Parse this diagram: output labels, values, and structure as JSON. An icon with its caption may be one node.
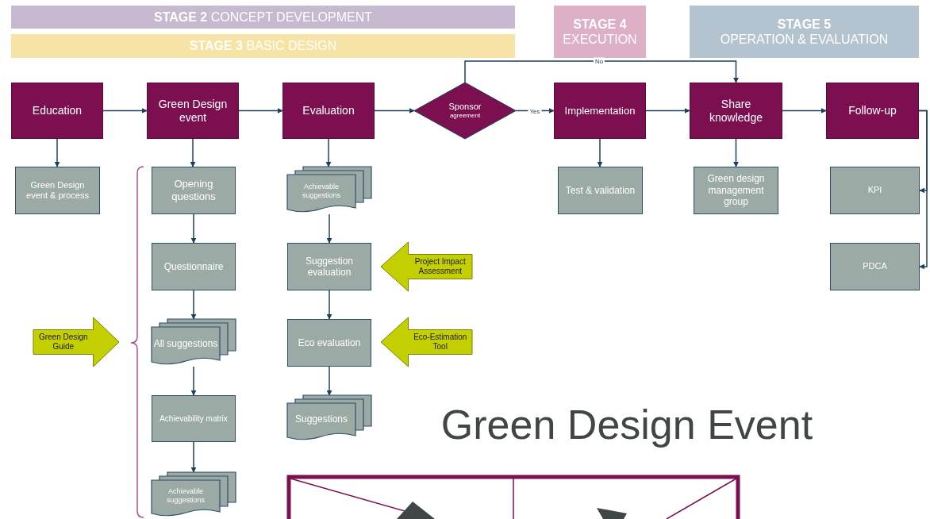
{
  "diagram": {
    "title": "Green Design Event",
    "nodes": [
      {
        "text": [
          "**STAGE 2** CONCEPT DEVELOPMENT"
        ]
      },
      {
        "text": [
          "**STAGE 3** BASIC DESIGN"
        ]
      },
      {
        "text": [
          "STAGE 4",
          "EXECUTION"
        ]
      },
      {
        "text": [
          "STAGE 5",
          "OPERATION & EVALUATION"
        ]
      },
      {
        "text": [
          "Education"
        ]
      },
      {
        "text": [
          "Green Design event"
        ]
      },
      {
        "text": [
          "Evaluation"
        ]
      },
      {
        "text": [
          "Sponsor",
          "agreement"
        ]
      },
      {
        "text": [
          "Implementation"
        ]
      },
      {
        "text": [
          "Share knowledge"
        ]
      },
      {
        "text": [
          "Follow-up"
        ]
      },
      {
        "text": [
          "Green Design event & process"
        ]
      },
      {
        "text": [
          "Opening questions"
        ]
      },
      {
        "text": [
          "Questionnaire"
        ]
      },
      {
        "text": [
          "All suggestions"
        ]
      },
      {
        "text": [
          "Achievability matrix"
        ]
      },
      {
        "text": [
          "Achievable suggestions"
        ]
      },
      {
        "text": [
          "Achievable suggestions"
        ]
      },
      {
        "text": [
          "Suggestion evaluation"
        ]
      },
      {
        "text": [
          "Eco evaluation"
        ]
      },
      {
        "text": [
          "Suggestions"
        ]
      },
      {
        "text": [
          "Test & validation"
        ]
      },
      {
        "text": [
          "Green design management group"
        ]
      },
      {
        "text": [
          "KPI"
        ]
      },
      {
        "text": [
          "PDCA"
        ]
      },
      {
        "text": [
          "Green Design Guide"
        ]
      },
      {
        "text": [
          "Project Impact Assessment"
        ]
      },
      {
        "text": [
          "Eco-Estimation Tool"
        ]
      }
    ],
    "edges": [
      {
        "from": 4,
        "to": 5,
        "arrow": "to"
      },
      {
        "from": 5,
        "to": 6,
        "arrow": "to"
      },
      {
        "from": 6,
        "to": 7,
        "arrow": "to"
      },
      {
        "from": 7,
        "to": 8,
        "arrow": "to",
        "label": "Yes"
      },
      {
        "from": 7,
        "to": 9,
        "arrow": "to",
        "label": "No"
      },
      {
        "from": 8,
        "to": 9,
        "arrow": "to"
      },
      {
        "from": 9,
        "to": 10,
        "arrow": "to"
      },
      {
        "from": 10,
        "to": 23,
        "arrow": "to"
      },
      {
        "from": 10,
        "to": 24,
        "arrow": "to"
      },
      {
        "from": 4,
        "to": 11,
        "arrow": "to"
      },
      {
        "from": 5,
        "to": 12,
        "arrow": "to"
      },
      {
        "from": 12,
        "to": 13,
        "arrow": "to"
      },
      {
        "from": 13,
        "to": 14,
        "arrow": "to"
      },
      {
        "from": 14,
        "to": 15,
        "arrow": "to"
      },
      {
        "from": 15,
        "to": 16,
        "arrow": "to"
      },
      {
        "from": 6,
        "to": 17,
        "arrow": "to"
      },
      {
        "from": 17,
        "to": 18,
        "arrow": "to"
      },
      {
        "from": 18,
        "to": 19,
        "arrow": "to"
      },
      {
        "from": 19,
        "to": 20,
        "arrow": "to"
      },
      {
        "from": 8,
        "to": 21,
        "arrow": "to"
      },
      {
        "from": 9,
        "to": 22,
        "arrow": "to"
      }
    ]
  }
}
